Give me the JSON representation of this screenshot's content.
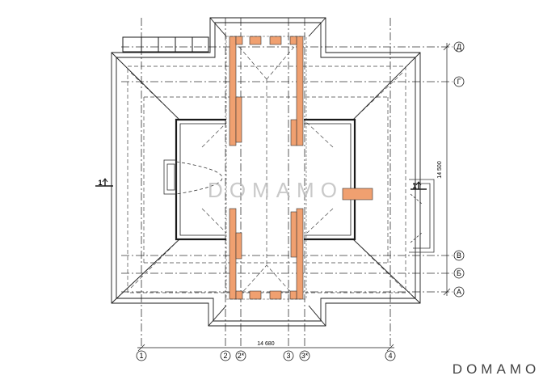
{
  "watermark": "DOMAMO",
  "logo": "DOMAMO",
  "dimensions": {
    "horizontal": "14 680",
    "vertical": "14 500"
  },
  "section_marker": "1",
  "axes": {
    "columns": [
      "1",
      "2",
      "2*",
      "3",
      "3*",
      "4"
    ],
    "rows": [
      "Д",
      "Г",
      "В",
      "Б",
      "А"
    ]
  },
  "colors": {
    "brick": "#f0a070",
    "line": "#1a1a1a",
    "watermark": "#b8b8b8"
  }
}
